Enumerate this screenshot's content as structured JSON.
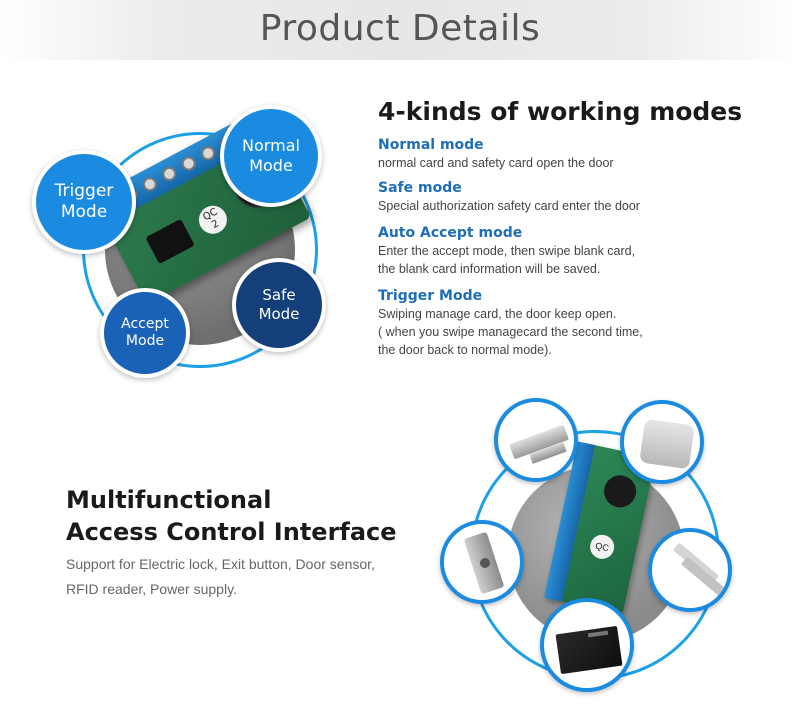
{
  "header": {
    "title": "Product Details"
  },
  "modes_diagram": {
    "bubbles": {
      "normal": "Normal\nMode",
      "trigger": "Trigger\nMode",
      "safe": "Safe\nMode",
      "accept": "Accept\nMode"
    },
    "board_label": "QC\n2"
  },
  "modes": {
    "title": "4-kinds of working modes",
    "items": [
      {
        "name": "Normal mode",
        "description": "normal card and safety card open the door"
      },
      {
        "name": "Safe mode",
        "description": "Special authorization safety card enter the door"
      },
      {
        "name": "Auto Accept mode",
        "description": "Enter the accept mode, then swipe blank card,\nthe blank card information will be saved."
      },
      {
        "name": "Trigger Mode",
        "description": "Swiping manage card, the door keep open.\n ( when you swipe managecard the second time,\nthe door back to normal mode)."
      }
    ]
  },
  "multifunctional": {
    "title": "Multifunctional\nAccess Control Interface",
    "description": "Support for Electric lock, Exit button, Door sensor,\nRFID reader, Power supply."
  },
  "accessories": {
    "device_label": "QC",
    "icons": [
      "electric-lock-icon",
      "rfid-reader-icon",
      "exit-button-icon",
      "door-sensor-icon",
      "power-supply-icon"
    ]
  },
  "colors": {
    "accent_blue": "#1a8be0",
    "dark_blue": "#143f7a",
    "mode_heading": "#1e6db8"
  }
}
